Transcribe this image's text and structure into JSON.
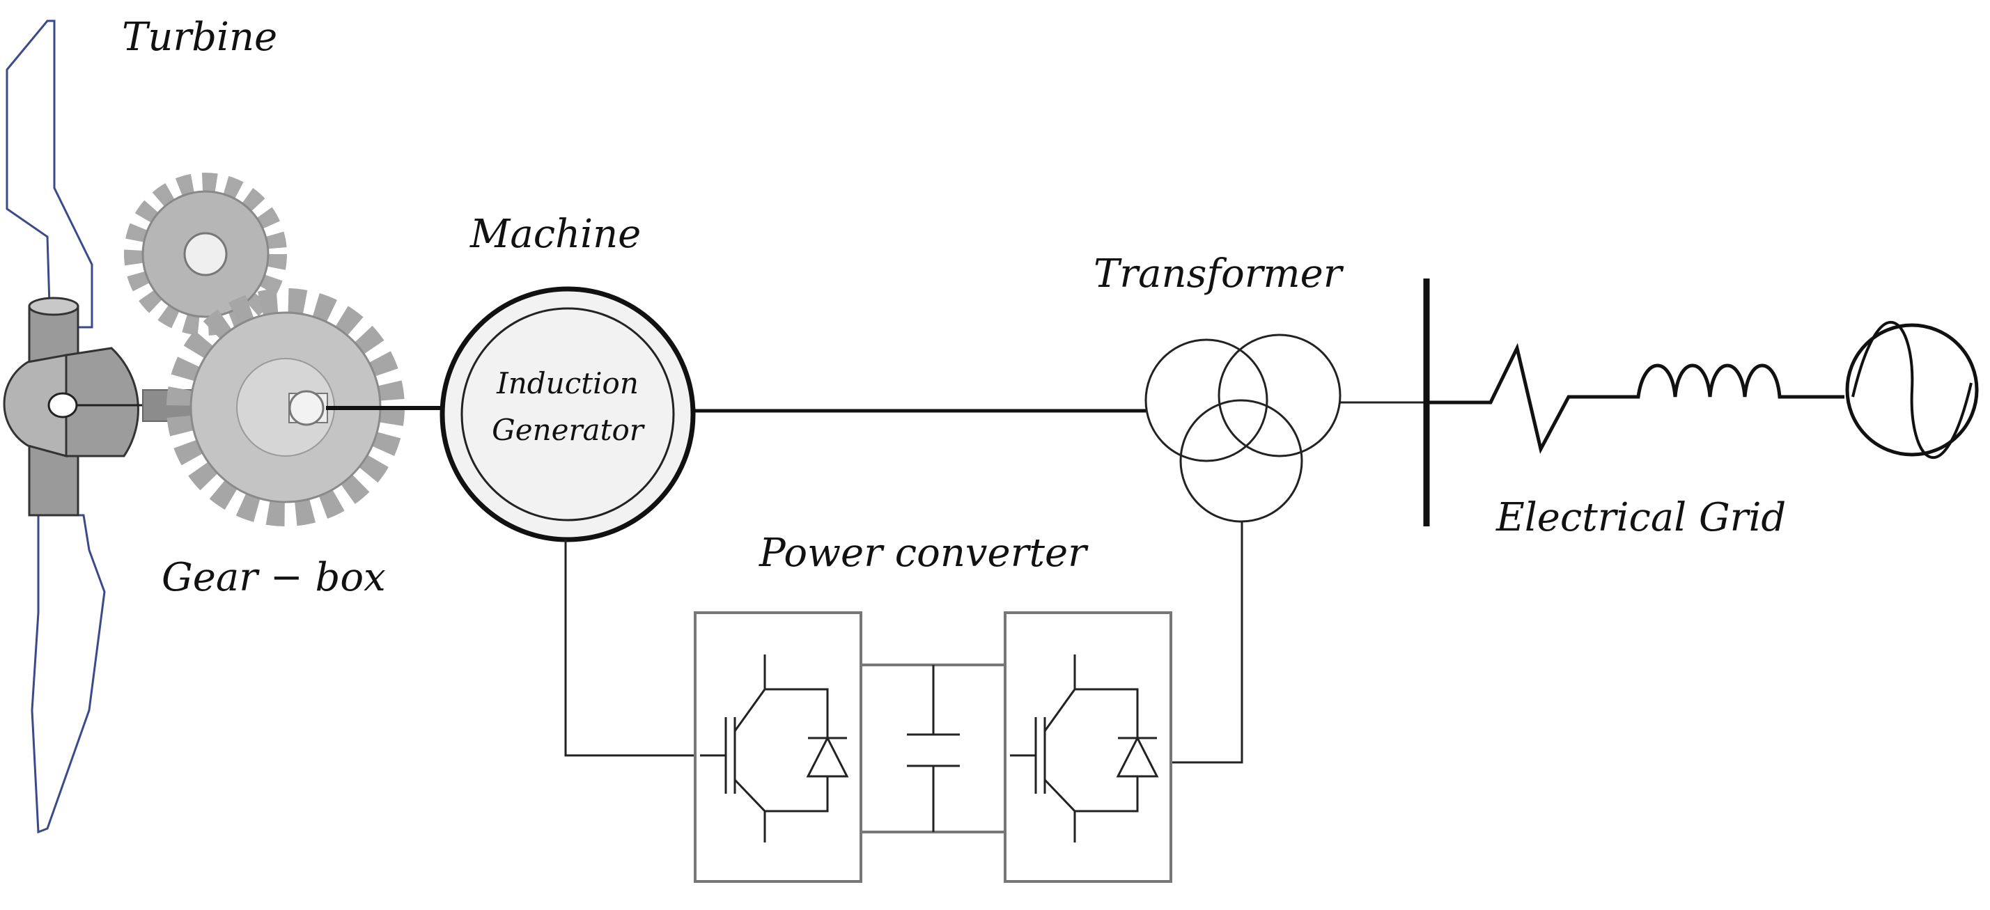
{
  "labels": {
    "turbine": "Turbine",
    "gearbox": "Gear − box",
    "machine": "Machine",
    "generator_line1": "Induction",
    "generator_line2": "Generator",
    "transformer": "Transformer",
    "power_converter": "Power converter",
    "electrical_grid": "Electrical Grid"
  },
  "colors": {
    "line": "#111111",
    "blade_outline": "#3a4a8a",
    "gear_fill": "#b8b8b8",
    "gear_dark": "#8c8c8c",
    "generator_fill": "#eeeeee",
    "converter_box": "#777777"
  },
  "icons": [
    "wind-turbine-blade-icon",
    "gear-icon",
    "generator-icon",
    "transformer-icon",
    "igbt-icon",
    "diode-icon",
    "capacitor-icon",
    "resistor-icon",
    "inductor-icon",
    "ac-source-icon"
  ]
}
